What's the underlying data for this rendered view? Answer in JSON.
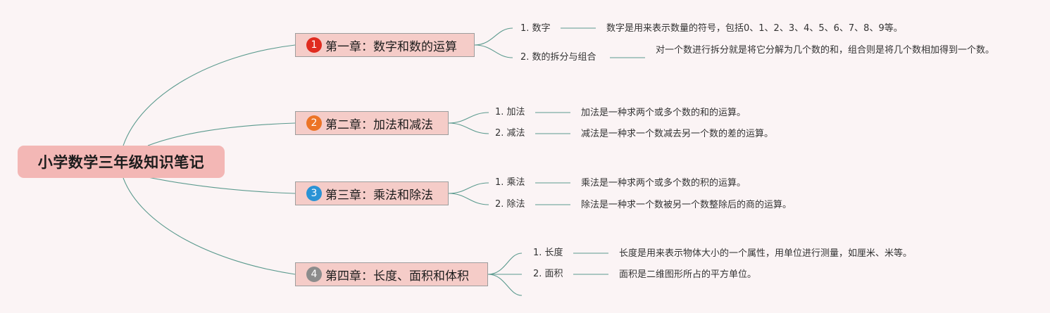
{
  "root": {
    "title": "小学数学三年级知识笔记"
  },
  "chapters": [
    {
      "badge": "1",
      "badge_color": "#e02b1f",
      "title": "第一章：数字和数的运算",
      "topics": [
        {
          "label": "1. 数字",
          "desc": "数字是用来表示数量的符号，包括0、1、2、3、4、5、6、7、8、9等。"
        },
        {
          "label": "2. 数的拆分与组合",
          "desc": "对一个数进行拆分就是将它分解为几个数的和，组合则是将几个数相加得到一个数。"
        }
      ]
    },
    {
      "badge": "2",
      "badge_color": "#ec7426",
      "title": "第二章：加法和减法",
      "topics": [
        {
          "label": "1. 加法",
          "desc": "加法是一种求两个或多个数的和的运算。"
        },
        {
          "label": "2. 减法",
          "desc": "减法是一种求一个数减去另一个数的差的运算。"
        }
      ]
    },
    {
      "badge": "3",
      "badge_color": "#2a93d5",
      "title": "第三章：乘法和除法",
      "topics": [
        {
          "label": "1. 乘法",
          "desc": "乘法是一种求两个或多个数的积的运算。"
        },
        {
          "label": "2. 除法",
          "desc": "除法是一种求一个数被另一个数整除后的商的运算。"
        }
      ]
    },
    {
      "badge": "4",
      "badge_color": "#8c8c8c",
      "title": "第四章：长度、面积和体积",
      "topics": [
        {
          "label": "1. 长度",
          "desc": "长度是用来表示物体大小的一个属性，用单位进行测量，如厘米、米等。"
        },
        {
          "label": "2. 面积",
          "desc": "面积是二维图形所占的平方单位。"
        }
      ]
    }
  ]
}
